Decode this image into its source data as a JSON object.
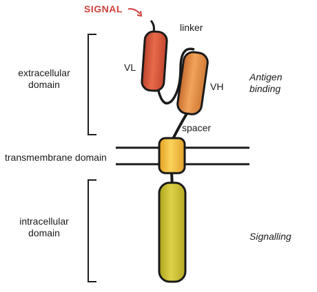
{
  "labels": {
    "signal": "SIGNAL",
    "linker": "linker",
    "vl": "VL",
    "vh": "VH",
    "spacer": "spacer",
    "extracellular_line1": "extracellular",
    "extracellular_line2": "domain",
    "transmembrane": "transmembrane domain",
    "intracellular_line1": "intracellular",
    "intracellular_line2": "domain",
    "antigen_line1": "Antigen",
    "antigen_line2": "binding",
    "signalling": "Signalling"
  },
  "colors": {
    "signal_text": "#d0403a",
    "vl_fill": "#d9553a",
    "vh_fill": "#e0843e",
    "transmembrane_fill": "#f2b632",
    "intracellular_fill": "#c9c22a",
    "outline": "#1a1a1a"
  }
}
